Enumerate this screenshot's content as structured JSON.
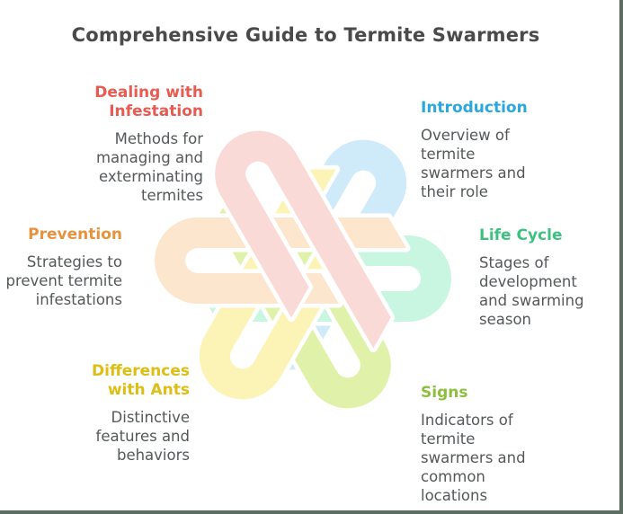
{
  "title": "Comprehensive Guide to Termite Swarmers",
  "colors": {
    "background": "#FFFFFF",
    "title_text": "#4A4A4A",
    "description_text": "#54585A",
    "frame_edge": "#5E6D62"
  },
  "sections": [
    {
      "id": "dealing",
      "label": "Dealing with\nInfestation",
      "description": "Methods for\nmanaging and\nexterminating\ntermites",
      "heading_color": "#E85B52",
      "petal_color": "#FADAD6"
    },
    {
      "id": "introduction",
      "label": "Introduction",
      "description": "Overview of\ntermite\nswarmers and\ntheir role",
      "heading_color": "#2AA7DF",
      "petal_color": "#CFEBF9"
    },
    {
      "id": "prevention",
      "label": "Prevention",
      "description": "Strategies to\nprevent termite\ninfestations",
      "heading_color": "#E8923E",
      "petal_color": "#FDE6CE"
    },
    {
      "id": "lifecycle",
      "label": "Life Cycle",
      "description": "Stages of\ndevelopment\nand swarming\nseason",
      "heading_color": "#3EC17F",
      "petal_color": "#C9F6E0"
    },
    {
      "id": "differences",
      "label": "Differences\nwith Ants",
      "description": "Distinctive\nfeatures and\nbehaviors",
      "heading_color": "#DDBE14",
      "petal_color": "#FCF4B7"
    },
    {
      "id": "signs",
      "label": "Signs",
      "description": "Indicators of\ntermite\nswarmers and\ncommon\nlocations",
      "heading_color": "#8CBF3F",
      "petal_color": "#E0F2AA"
    }
  ]
}
